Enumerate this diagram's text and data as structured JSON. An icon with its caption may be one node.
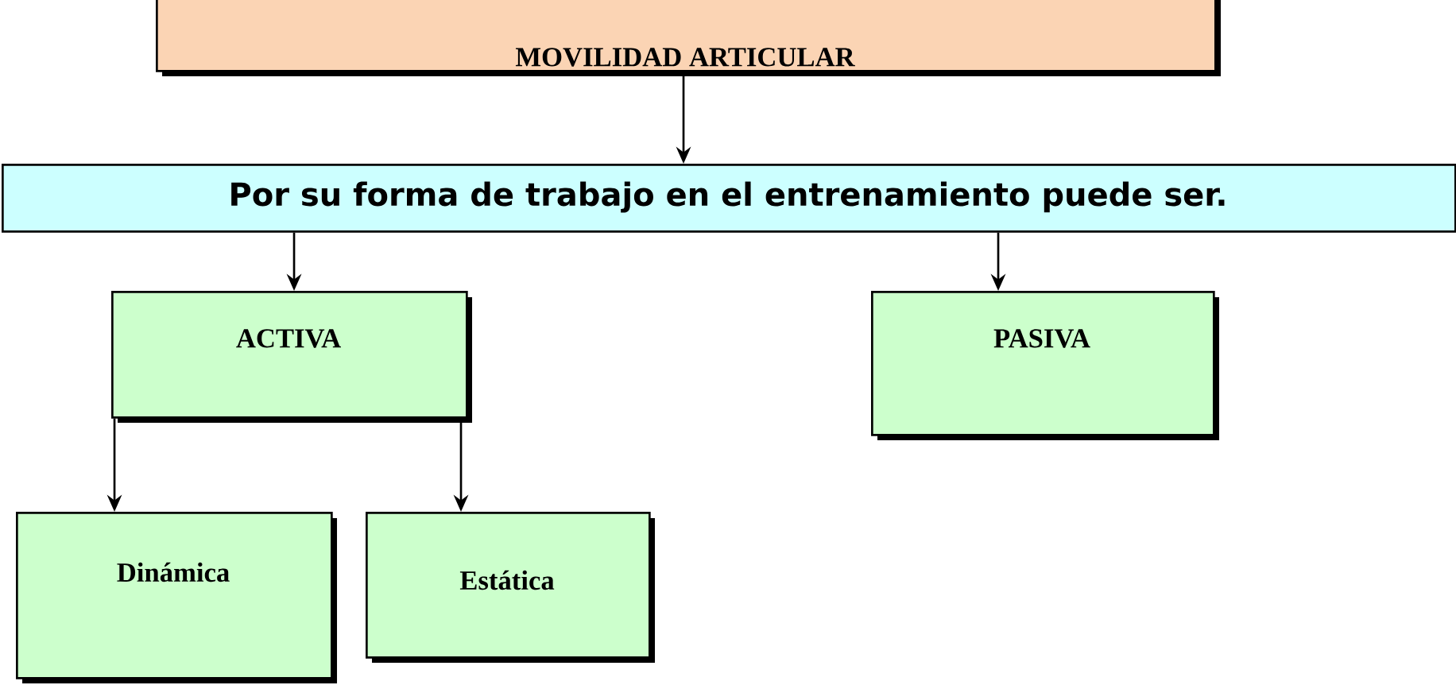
{
  "diagram": {
    "nodes": [
      {
        "text": [
          "MOVILIDAD ARTICULAR"
        ]
      },
      {
        "text": [
          "Por su forma de trabajo en el entrenamiento puede ser."
        ]
      },
      {
        "text": [
          "ACTIVA"
        ]
      },
      {
        "text": [
          "PASIVA"
        ]
      },
      {
        "text": [
          "Dinámica"
        ]
      },
      {
        "text": [
          "Estática"
        ]
      }
    ],
    "edges": [
      {
        "from": 0,
        "to": 1,
        "arrow": "to"
      },
      {
        "from": 1,
        "to": 2,
        "arrow": "to"
      },
      {
        "from": 1,
        "to": 3,
        "arrow": "to"
      },
      {
        "from": 2,
        "to": 4,
        "arrow": "to"
      },
      {
        "from": 2,
        "to": 5,
        "arrow": "to"
      }
    ]
  }
}
